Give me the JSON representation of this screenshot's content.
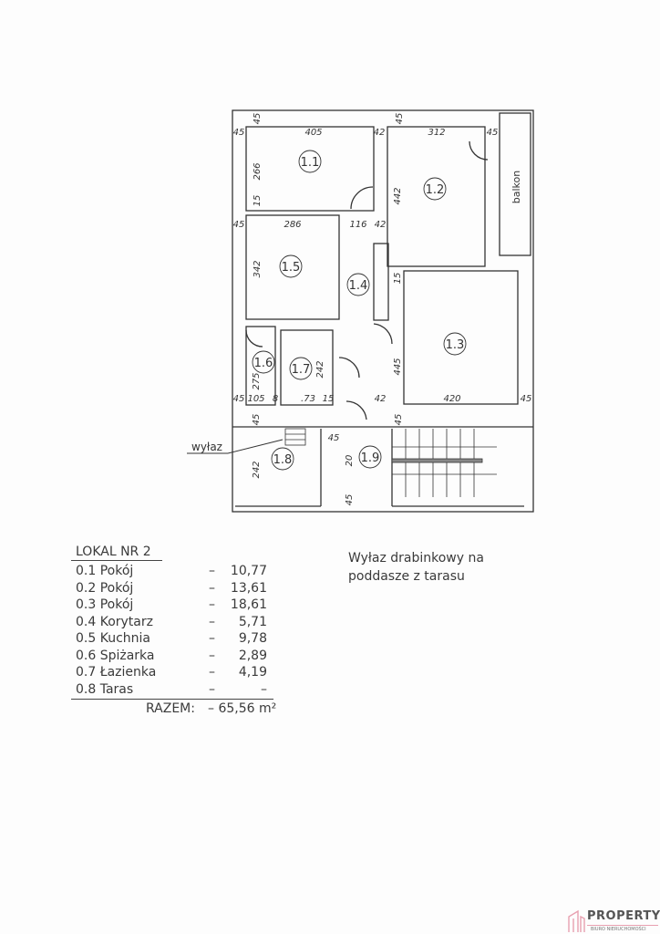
{
  "plan": {
    "rooms": [
      "1.1",
      "1.2",
      "1.3",
      "1.4",
      "1.5",
      "1.6",
      "1.7",
      "1.8",
      "1.9"
    ],
    "balcony_label": "balkon",
    "hatch_label": "wyłaz",
    "dimensions": {
      "top_wall_left": "45",
      "top_wall_right": "45",
      "r11_left": "45",
      "r11_width": "405",
      "r11_r12_wall": "42",
      "r12_width": "312",
      "r12_right": "45",
      "r11_height": "266",
      "r11_wall": "15",
      "r12_height": "442",
      "r15_left": "45",
      "r15_width": "286",
      "corridor_width": "116",
      "corridor_wall": "42",
      "r15_height": "342",
      "r13_wall": "15",
      "r13_height": "445",
      "r16_height": "275",
      "r17_height": "242",
      "bottom_left": "45",
      "r16_width": "105",
      "r16_wall": "8",
      "r17_width": ".73",
      "r17_wall": "15",
      "r13_left_wall": "42",
      "r13_width": "420",
      "r13_right": "45",
      "lower_wall_left": "45",
      "lower_wall_right": "45",
      "r19_wall": "45",
      "r19_door": "20",
      "r18_height": "242",
      "bottom_wall": "45"
    }
  },
  "table": {
    "title": "LOKAL NR 2",
    "rows": [
      {
        "name": "0.1 Pokój",
        "dash": "–",
        "value": "10,77"
      },
      {
        "name": "0.2 Pokój",
        "dash": "–",
        "value": "13,61"
      },
      {
        "name": "0.3 Pokój",
        "dash": "–",
        "value": "18,61"
      },
      {
        "name": "0.4 Korytarz",
        "dash": "–",
        "value": "5,71"
      },
      {
        "name": "0.5 Kuchnia",
        "dash": "–",
        "value": "9,78"
      },
      {
        "name": "0.6 Spiżarka",
        "dash": "–",
        "value": "2,89"
      },
      {
        "name": "0.7 Łazienka",
        "dash": "–",
        "value": "4,19"
      },
      {
        "name": "0.8 Taras",
        "dash": "–",
        "value": "–"
      }
    ],
    "total_label": "RAZEM:",
    "total_value": "– 65,56 m²"
  },
  "note": {
    "line1": "Wyłaz drabinkowy na",
    "line2": "poddasze z tarasu"
  },
  "logo": {
    "name": "PROPERTY",
    "tagline": "BIURO NIERUCHOMOŚCI",
    "color": "#e8a0b0"
  }
}
